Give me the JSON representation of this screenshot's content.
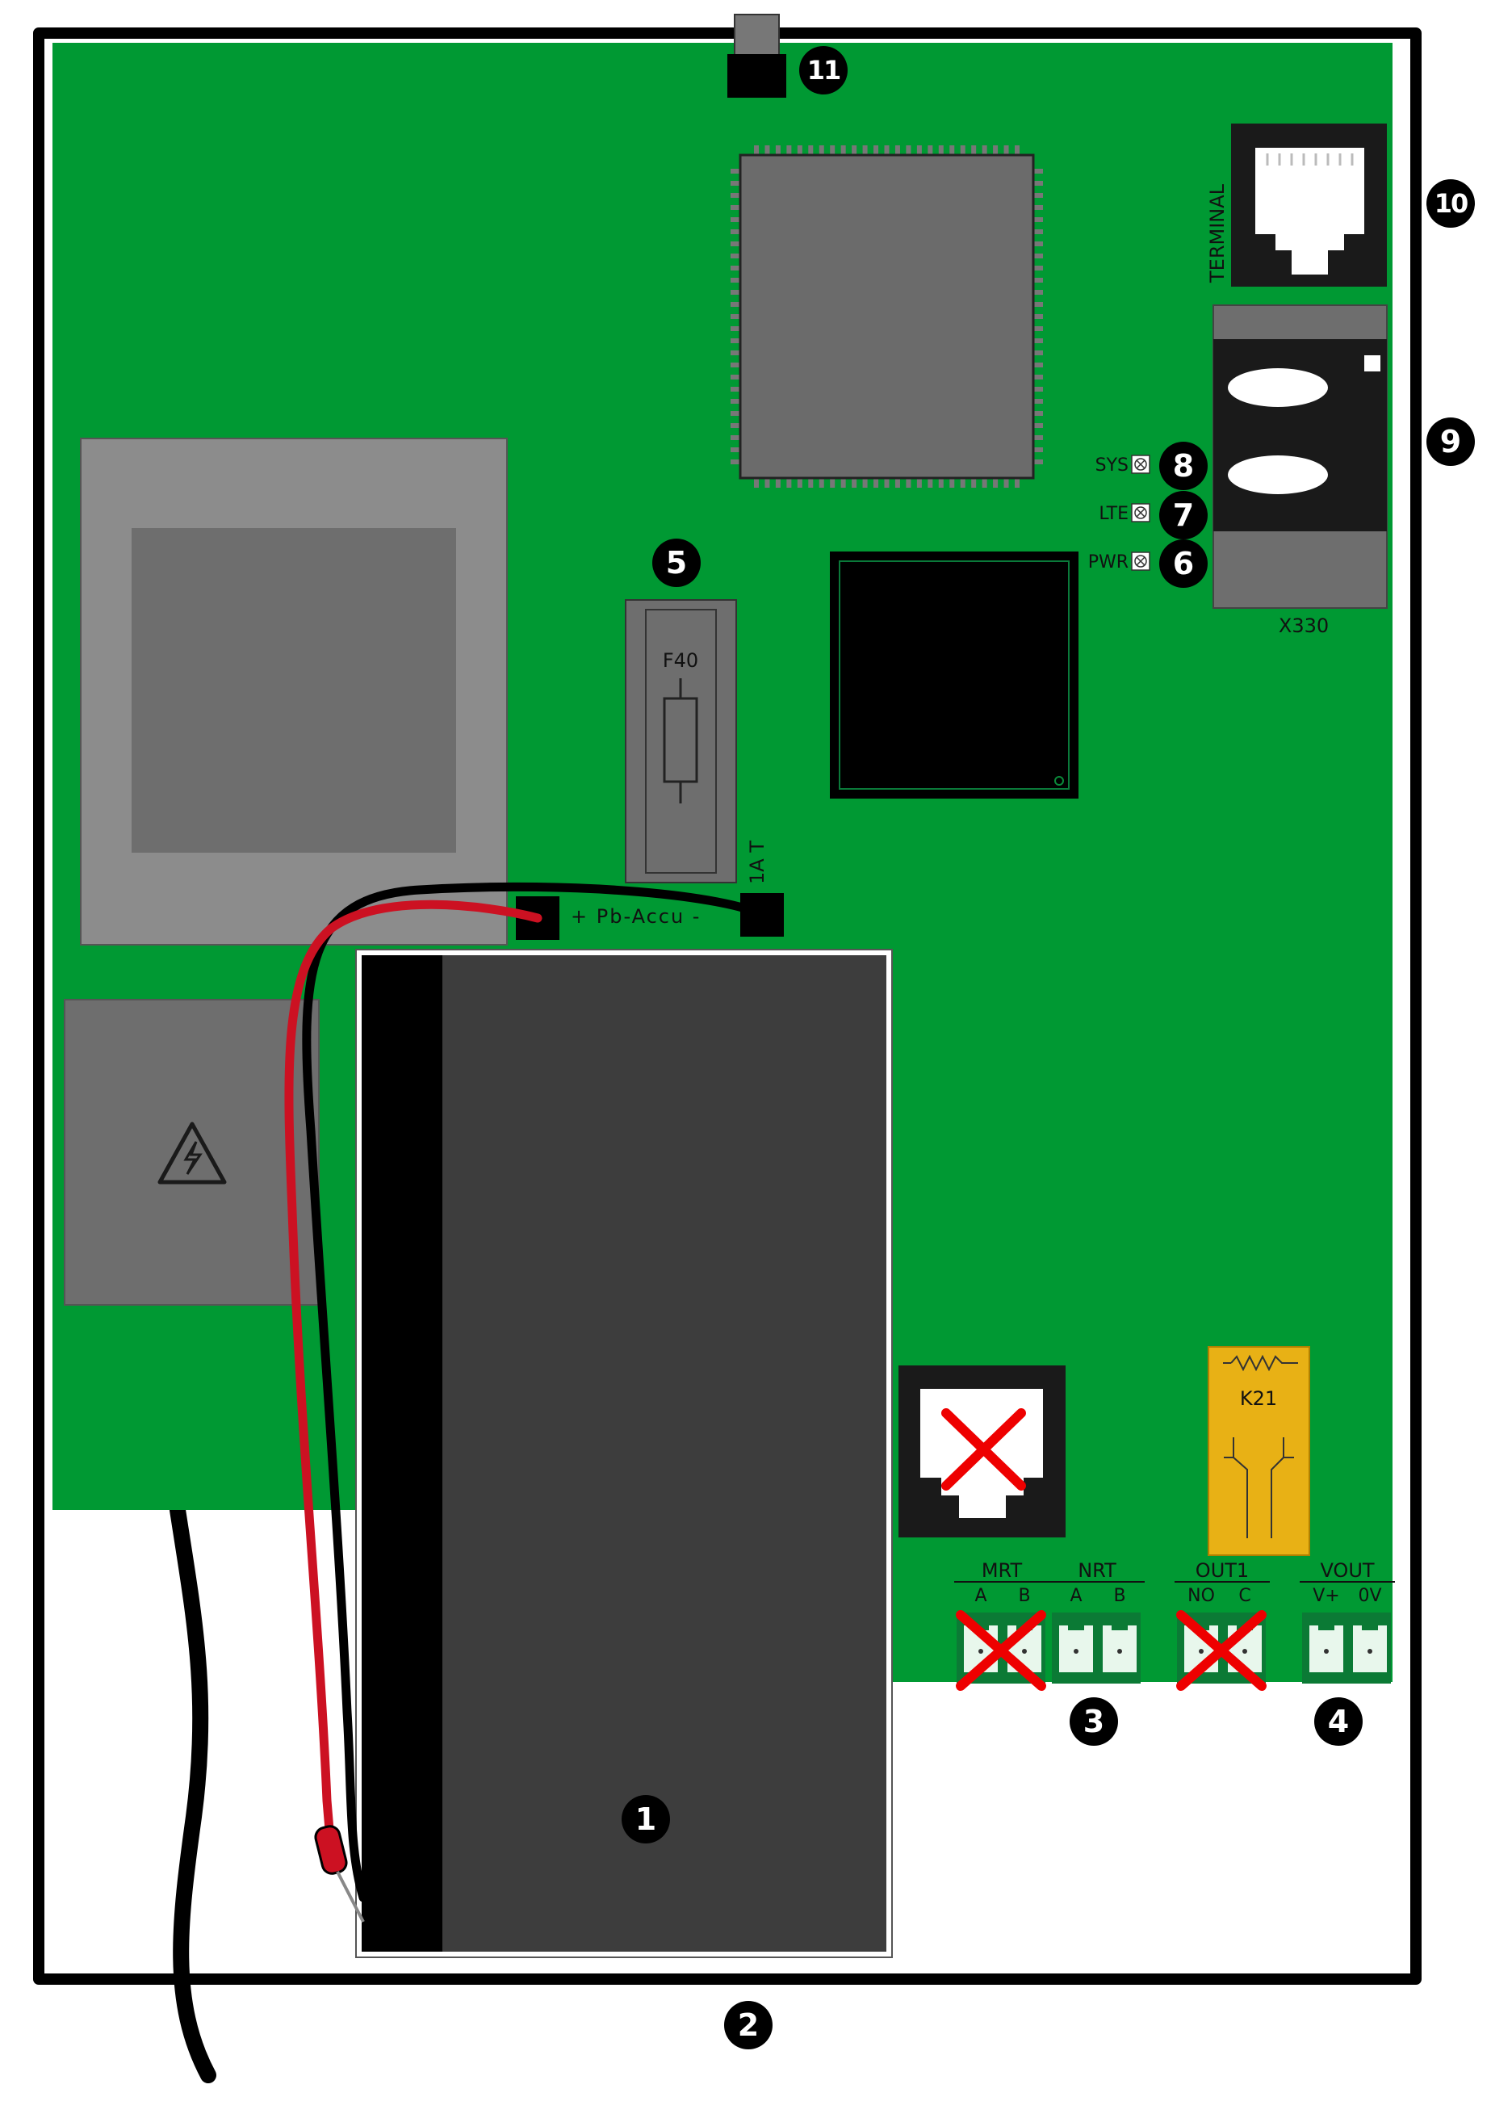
{
  "colors": {
    "board": "#009933",
    "enclosure": "#000000",
    "battery": "#3d3d3d",
    "component_gray": "#6e6e6e",
    "light_gray": "#8c8c8c",
    "relay": "#e8b115",
    "wire_red": "#cc1122",
    "cross_red": "#ee0000",
    "connector_green": "#1fa845"
  },
  "board_labels": {
    "fuse_name": "F40",
    "fuse_rating": "1A T",
    "battery_connector": "+ Pb-Accu -",
    "terminal": "TERMINAL",
    "sim_holder": "X330",
    "relay": "K21",
    "led_sys": "SYS",
    "led_lte": "LTE",
    "led_pwr": "PWR"
  },
  "connectors": [
    {
      "name": "MRT",
      "pins": [
        "A",
        "B"
      ],
      "crossed": true
    },
    {
      "name": "NRT",
      "pins": [
        "A",
        "B"
      ],
      "crossed": false
    },
    {
      "name": "OUT1",
      "pins": [
        "NO",
        "C"
      ],
      "crossed": true
    },
    {
      "name": "VOUT",
      "pins": [
        "V+",
        "0V"
      ],
      "crossed": false
    }
  ],
  "callouts": [
    "1",
    "2",
    "3",
    "4",
    "5",
    "6",
    "7",
    "8",
    "9",
    "10",
    "11"
  ],
  "icons": {
    "warning": "high-voltage-warning-icon",
    "cross": "not-used-cross-icon"
  }
}
